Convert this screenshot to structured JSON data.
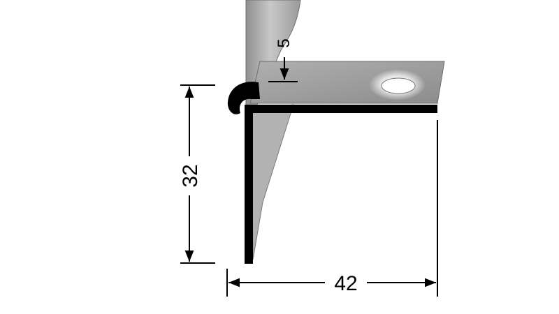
{
  "dimensions": {
    "height": "32",
    "width": "42",
    "thickness": "5"
  },
  "colors": {
    "profile_dark": "#000000",
    "metal_light": "#c9c9c9",
    "metal_mid": "#a9a9a9",
    "metal_shadow": "#8a8a8a",
    "hole": "#ffffff",
    "background": "#ffffff"
  }
}
